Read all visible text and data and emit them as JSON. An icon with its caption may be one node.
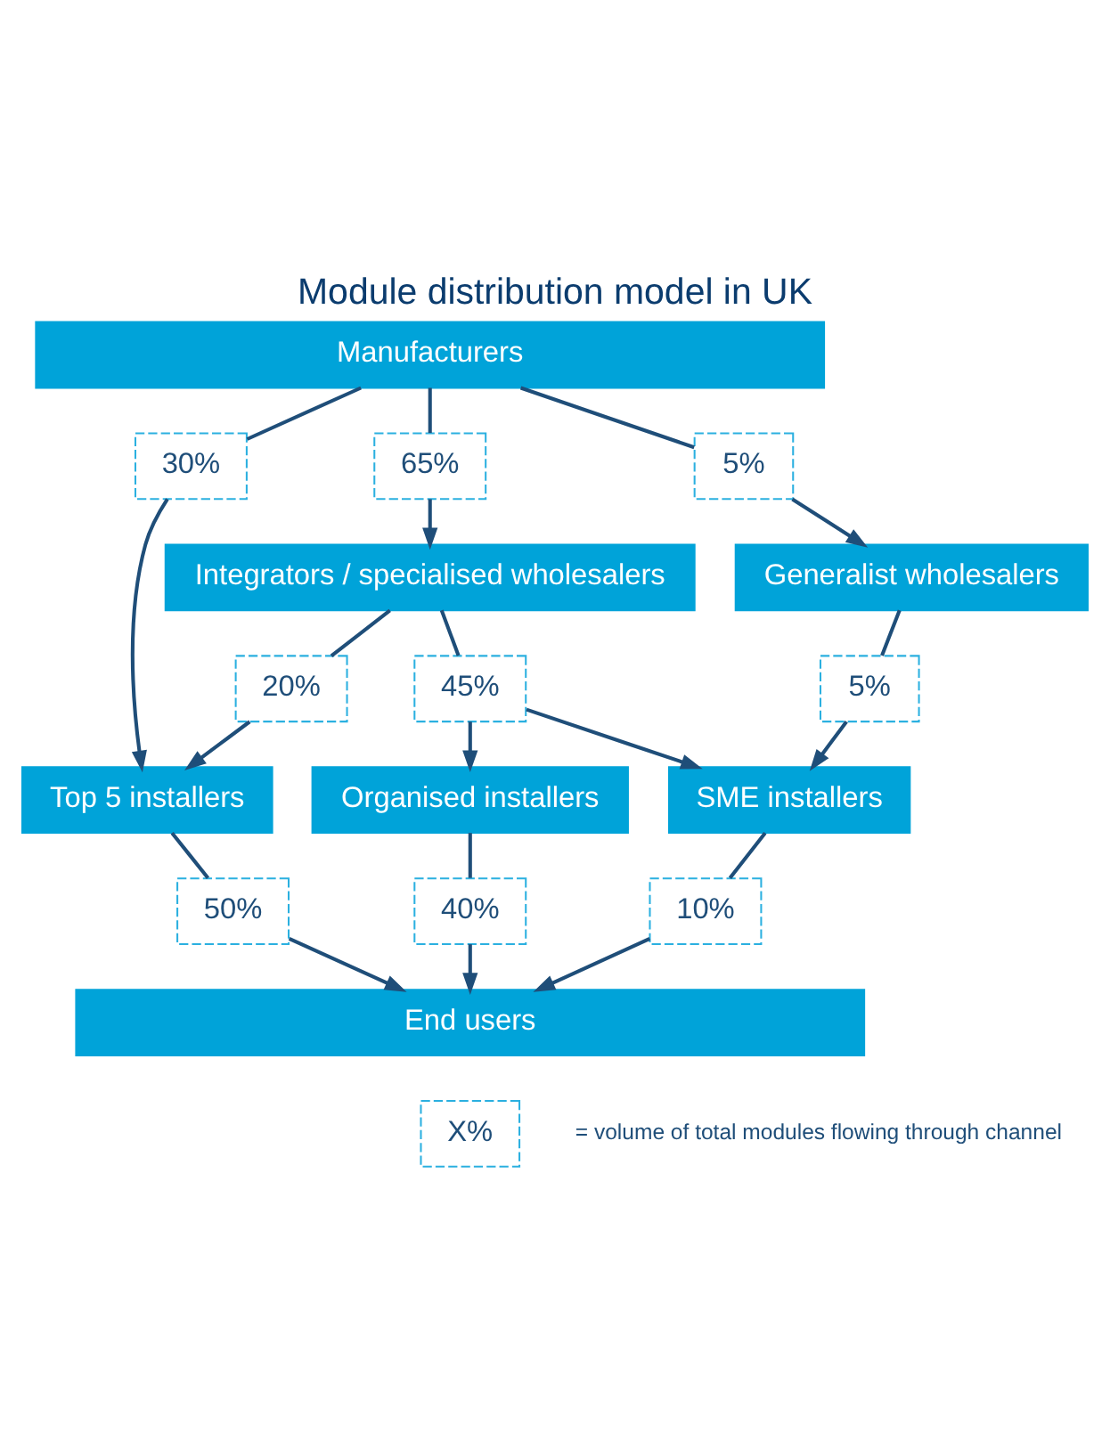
{
  "diagram": {
    "title": "Module distribution model in UK",
    "nodes": [
      {
        "text": [
          "Manufacturers"
        ]
      },
      {
        "text": [
          "30%"
        ]
      },
      {
        "text": [
          "65%"
        ]
      },
      {
        "text": [
          "5%"
        ]
      },
      {
        "text": [
          "Integrators / specialised wholesalers"
        ]
      },
      {
        "text": [
          "Generalist wholesalers"
        ]
      },
      {
        "text": [
          "20%"
        ]
      },
      {
        "text": [
          "45%"
        ]
      },
      {
        "text": [
          "5%"
        ]
      },
      {
        "text": [
          "Top 5 installers"
        ]
      },
      {
        "text": [
          "Organised installers"
        ]
      },
      {
        "text": [
          "SME installers"
        ]
      },
      {
        "text": [
          "50%"
        ]
      },
      {
        "text": [
          "40%"
        ]
      },
      {
        "text": [
          "10%"
        ]
      },
      {
        "text": [
          "End users"
        ]
      },
      {
        "text": [
          "X%"
        ],
        "beside": [
          "= volume of total modules flowing through channel"
        ]
      }
    ],
    "edges": [
      {
        "from": 0,
        "to": 1,
        "arrow": "none"
      },
      {
        "from": 1,
        "to": 9,
        "arrow": "to"
      },
      {
        "from": 0,
        "to": 2,
        "arrow": "none"
      },
      {
        "from": 2,
        "to": 4,
        "arrow": "to"
      },
      {
        "from": 0,
        "to": 3,
        "arrow": "none"
      },
      {
        "from": 3,
        "to": 5,
        "arrow": "to"
      },
      {
        "from": 4,
        "to": 6,
        "arrow": "none"
      },
      {
        "from": 6,
        "to": 9,
        "arrow": "to"
      },
      {
        "from": 4,
        "to": 7,
        "arrow": "none"
      },
      {
        "from": 7,
        "to": 10,
        "arrow": "to"
      },
      {
        "from": 7,
        "to": 11,
        "arrow": "to"
      },
      {
        "from": 5,
        "to": 8,
        "arrow": "none"
      },
      {
        "from": 8,
        "to": 11,
        "arrow": "to"
      },
      {
        "from": 9,
        "to": 12,
        "arrow": "none"
      },
      {
        "from": 12,
        "to": 15,
        "arrow": "to"
      },
      {
        "from": 10,
        "to": 13,
        "arrow": "none"
      },
      {
        "from": 13,
        "to": 15,
        "arrow": "to"
      },
      {
        "from": 11,
        "to": 14,
        "arrow": "none"
      },
      {
        "from": 14,
        "to": 15,
        "arrow": "to"
      }
    ]
  }
}
